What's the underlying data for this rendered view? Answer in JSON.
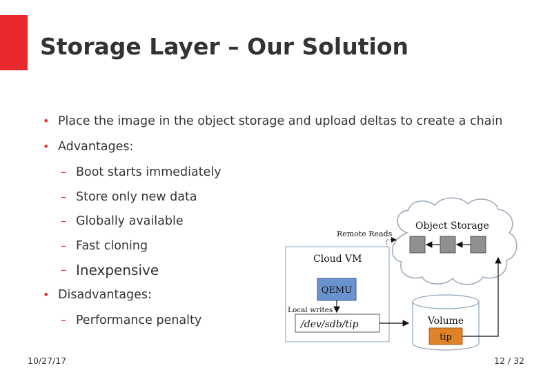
{
  "slide": {
    "title": "Storage Layer – Our Solution",
    "date": "10/27/17",
    "page": "12 / 32",
    "accent_color": "#e8292d"
  },
  "bullets": [
    {
      "level": 1,
      "text": "Place the image in the object storage and upload deltas to create a chain"
    },
    {
      "level": 1,
      "text": "Advantages:"
    },
    {
      "level": 2,
      "text": "Boot starts immediately"
    },
    {
      "level": 2,
      "text": "Store only new data"
    },
    {
      "level": 2,
      "text": "Globally available"
    },
    {
      "level": 2,
      "text": "Fast cloning"
    },
    {
      "level": 2,
      "text": "Inexpensive"
    },
    {
      "level": 1,
      "text": "Disadvantages:"
    },
    {
      "level": 2,
      "text": "Performance penalty"
    }
  ],
  "markers": {
    "level1": "•",
    "level2": "–"
  },
  "diagram": {
    "object_storage_label": "Object Storage",
    "remote_reads_label": "Remote Reads",
    "cloud_vm_label": "Cloud VM",
    "qemu_label": "QEMU",
    "local_writes_label": "Local writes",
    "device_path": "/dev/sdb/tip",
    "volume_label": "Volume",
    "tip_label": "tip",
    "colors": {
      "qemu": "#6a92cf",
      "tip": "#e0822a",
      "block": "#909090"
    }
  }
}
